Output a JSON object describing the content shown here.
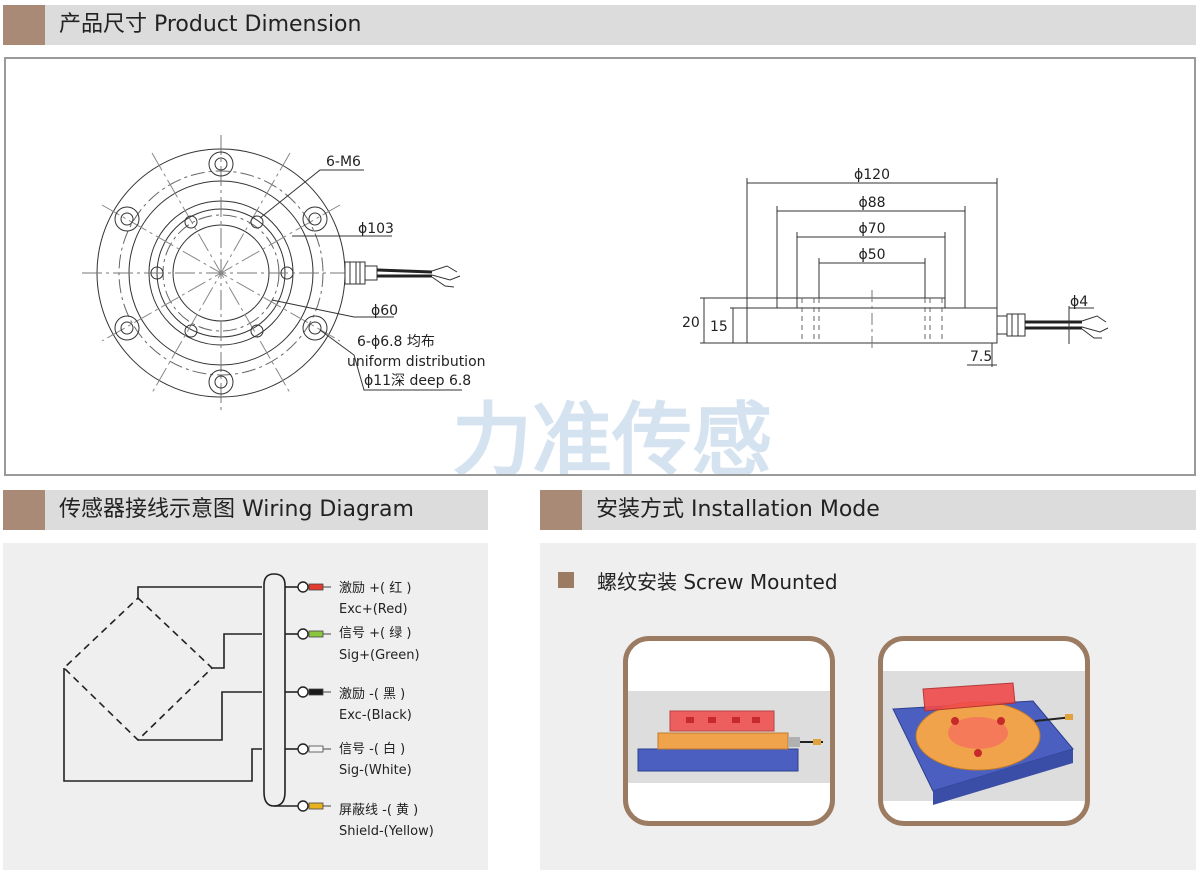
{
  "sections": {
    "dimension_title": "产品尺寸 Product Dimension",
    "wiring_title": "传感器接线示意图  Wiring Diagram",
    "install_title": "安装方式 Installation Mode"
  },
  "dimension": {
    "front": {
      "holes_m6": "6-M6",
      "d103": "ϕ103",
      "d60": "ϕ60",
      "holes_68": "6-ϕ6.8  均布",
      "uniform": "uniform distribution",
      "counterbore": "ϕ11深 deep 6.8"
    },
    "side": {
      "d120": "ϕ120",
      "d88": "ϕ88",
      "d70": "ϕ70",
      "d50": "ϕ50",
      "d4": "ϕ4",
      "h20": "20",
      "h15": "15",
      "w75": "7.5"
    },
    "watermark": "力准传感"
  },
  "wiring": {
    "wires": [
      {
        "cn": "激励 +( 红 )",
        "en": "Exc+(Red)",
        "color": "#e53b2f"
      },
      {
        "cn": "信号 +( 绿 )",
        "en": "Sig+(Green)",
        "color": "#8cc63f"
      },
      {
        "cn": "激励 -( 黑 )",
        "en": "Exc-(Black)",
        "color": "#1a1a1a"
      },
      {
        "cn": "信号 -( 白 )",
        "en": "Sig-(White)",
        "color": "#f4f4f4"
      },
      {
        "cn": "屏蔽线 -( 黄 )",
        "en": "Shield-(Yellow)",
        "color": "#e8b21f"
      }
    ]
  },
  "install": {
    "mode_label": "螺纹安装 Screw Mounted"
  },
  "colors": {
    "accent": "#a98a77",
    "frame": "#9b7b62",
    "header_bg": "#dcdcdc",
    "watermark": "#d5e3f1"
  }
}
